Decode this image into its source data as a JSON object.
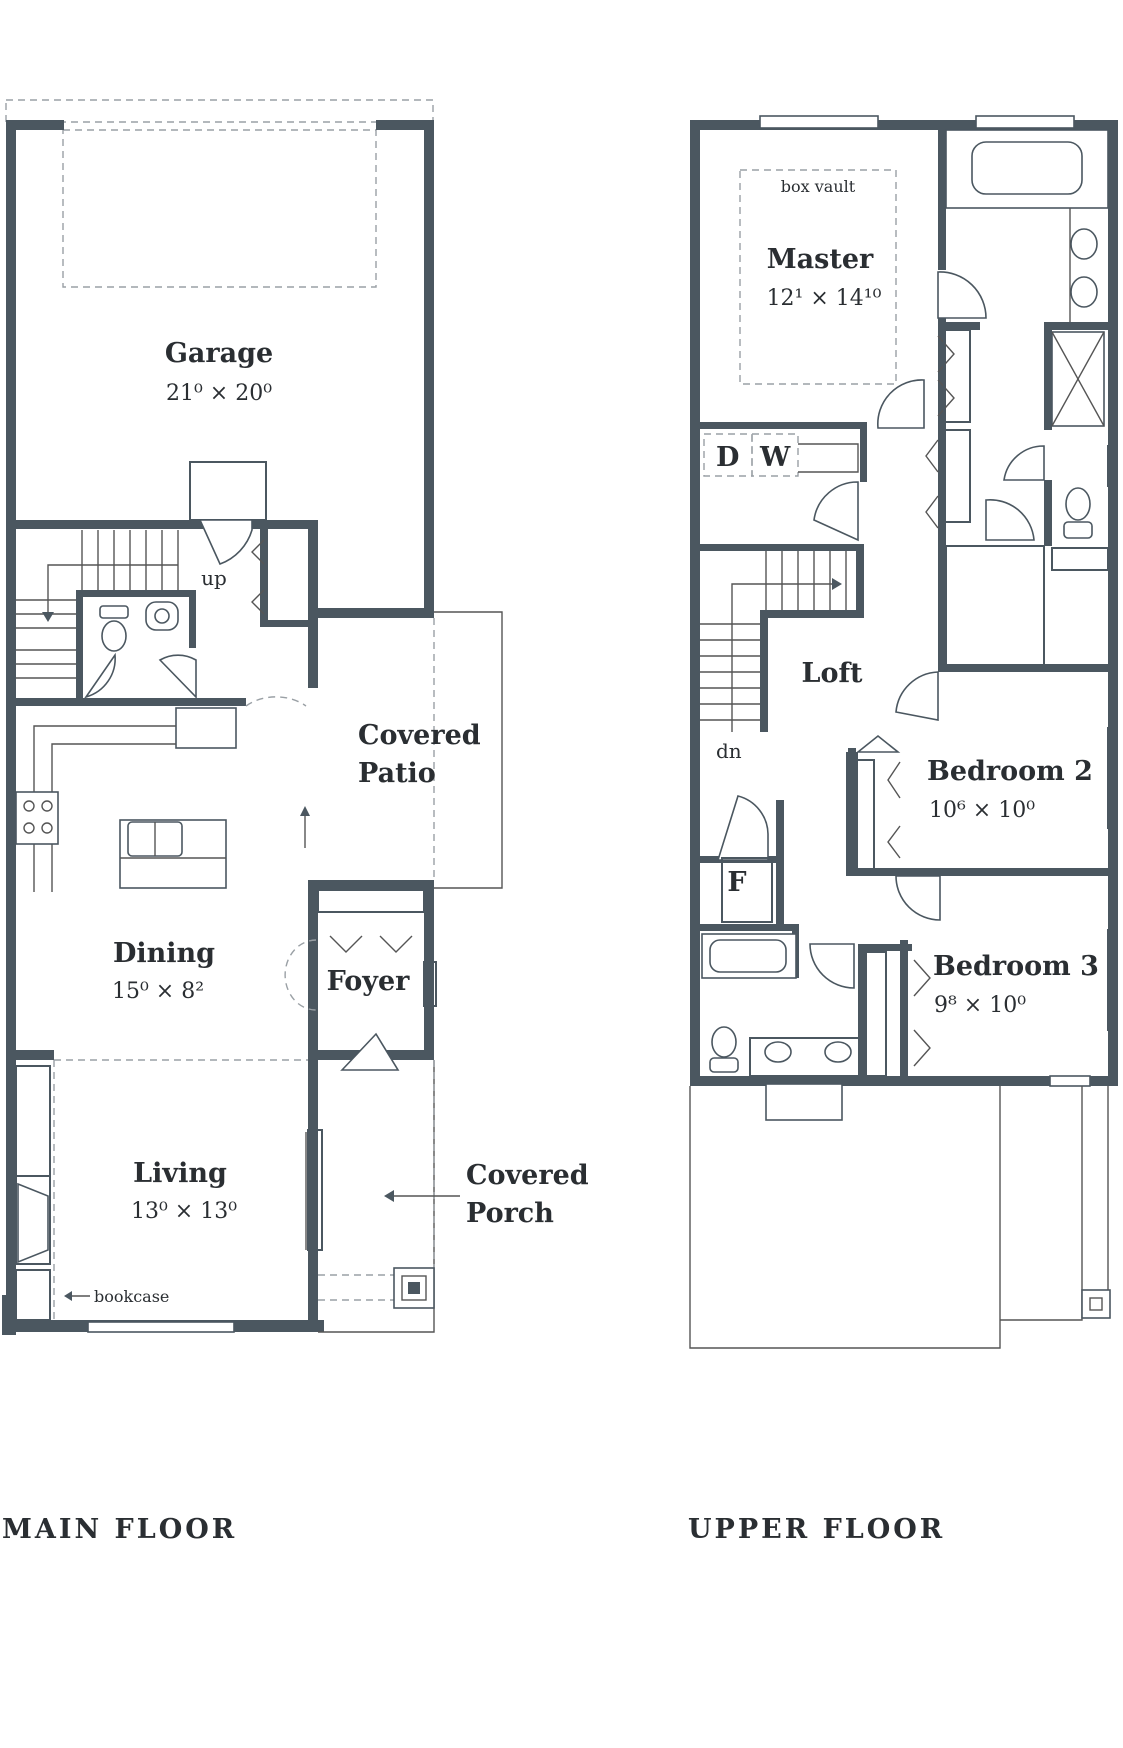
{
  "main_floor": {
    "caption": "MAIN FLOOR",
    "rooms": {
      "garage": {
        "name": "Garage",
        "dims": "21⁰ × 20⁰"
      },
      "dining": {
        "name": "Dining",
        "dims": "15⁰ × 8²"
      },
      "living": {
        "name": "Living",
        "dims": "13⁰ × 13⁰"
      },
      "foyer": {
        "name": "Foyer"
      },
      "patio": {
        "name_line1": "Covered",
        "name_line2": "Patio"
      },
      "porch": {
        "name_line1": "Covered",
        "name_line2": "Porch"
      }
    },
    "labels": {
      "up": "up",
      "bookcase": "bookcase"
    }
  },
  "upper_floor": {
    "caption": "UPPER FLOOR",
    "rooms": {
      "master": {
        "name": "Master",
        "dims": "12¹ × 14¹⁰",
        "note": "box vault"
      },
      "loft": {
        "name": "Loft"
      },
      "bedroom_2": {
        "name": "Bedroom 2",
        "dims": "10⁶ × 10⁰"
      },
      "bedroom_3": {
        "name": "Bedroom 3",
        "dims": "9⁸ × 10⁰"
      }
    },
    "labels": {
      "dryer": "D",
      "washer": "W",
      "dn": "dn",
      "furnace": "F"
    }
  },
  "colors": {
    "wall": "#4b5760",
    "text": "#2a2e32",
    "dashed": "#9aa0a5"
  }
}
